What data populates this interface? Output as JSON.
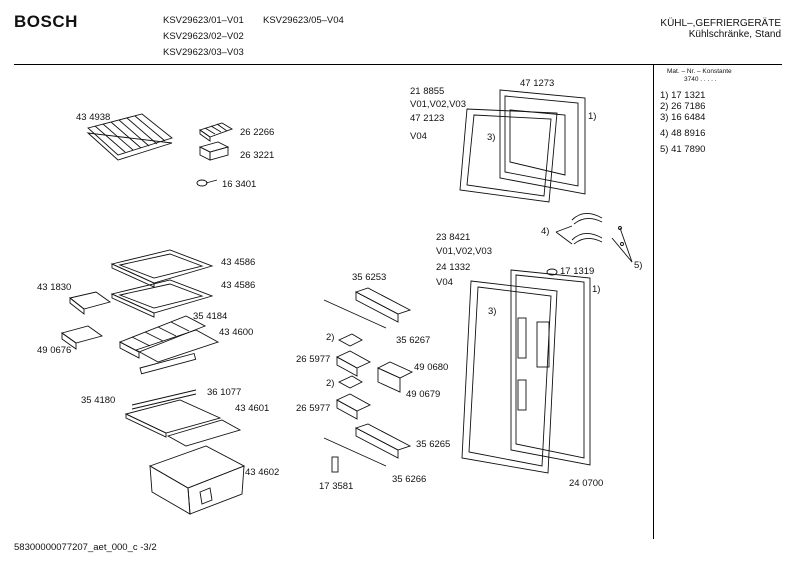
{
  "header": {
    "brand": "BOSCH",
    "models": [
      "KSV29623/01–V01",
      "KSV29623/05–V04",
      "KSV29623/02–V02",
      "KSV29623/03–V03"
    ],
    "category_line1": "KÜHL–,GEFRIERGERÄTE",
    "category_line2": "Kühlschränke, Stand"
  },
  "side_table": {
    "header": "Mat. – Nr. – Konstante",
    "sub": "3740  .  .  .  .  .",
    "rows": [
      "1) 17 1321",
      "2) 26 7186",
      "3) 16 6484",
      "4) 48 8916",
      "5) 41 7890"
    ]
  },
  "parts": {
    "p434938": "43 4938",
    "p262266": "26 2266",
    "p263221": "26 3221",
    "p163401": "16 3401",
    "p218855": "21 8855",
    "v01a": "V01,V02,V03",
    "p472123": "47 2123",
    "v04a": "V04",
    "p471273": "47 1273",
    "ref3a": "3)",
    "ref1a": "1)",
    "ref4": "4)",
    "ref5": "5)",
    "p238421": "23 8421",
    "v01b": "V01,V02,V03",
    "p241332": "24 1332",
    "v04b": "V04",
    "p171319": "17 1319",
    "ref1b": "1)",
    "ref3b": "3)",
    "p434586a": "43 4586",
    "p434586b": "43 4586",
    "p431830": "43 1830",
    "p354184": "35 4184",
    "p434600": "43 4600",
    "p490676": "49 0676",
    "p356253": "35 6253",
    "p356267": "35 6267",
    "ref2a": "2)",
    "p265977a": "26 5977",
    "p490680": "49 0680",
    "ref2b": "2)",
    "p490679": "49 0679",
    "p265977b": "26 5977",
    "p354180": "35 4180",
    "p361077": "36 1077",
    "p434601": "43 4601",
    "p434602": "43 4602",
    "p356265": "35 6265",
    "p173581": "17 3581",
    "p356266": "35 6266",
    "p240700": "24 0700"
  },
  "footer": "58300000077207_aet_000_c -3/2"
}
